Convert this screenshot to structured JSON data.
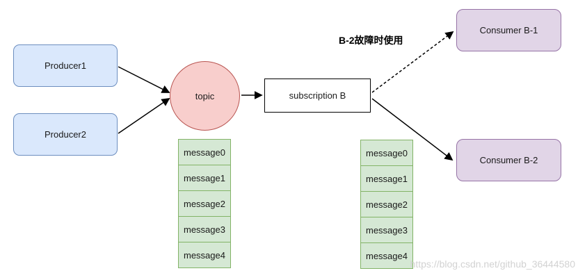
{
  "diagram": {
    "producer1_label": "Producer1",
    "producer2_label": "Producer2",
    "topic_label": "topic",
    "subscription_label": "subscription B",
    "consumer_b1_label": "Consumer B-1",
    "consumer_b2_label": "Consumer B-2",
    "failover_note": "B-2故障时使用",
    "topic_queue": [
      "message0",
      "message1",
      "message2",
      "message3",
      "message4"
    ],
    "subscription_queue": [
      "message0",
      "message1",
      "message2",
      "message3",
      "message4"
    ],
    "watermark": "https://blog.csdn.net/github_36444580",
    "colors": {
      "producer_fill": "#dae8fc",
      "producer_border": "#6c8ebf",
      "topic_fill": "#f8cecc",
      "topic_border": "#b85450",
      "subscription_fill": "#ffffff",
      "subscription_border": "#000000",
      "consumer_fill": "#e1d5e7",
      "consumer_border": "#9673a6",
      "message_fill": "#d5e8d4",
      "message_border": "#82b366",
      "arrow": "#000000",
      "watermark_text": "#cdcdcd"
    }
  }
}
